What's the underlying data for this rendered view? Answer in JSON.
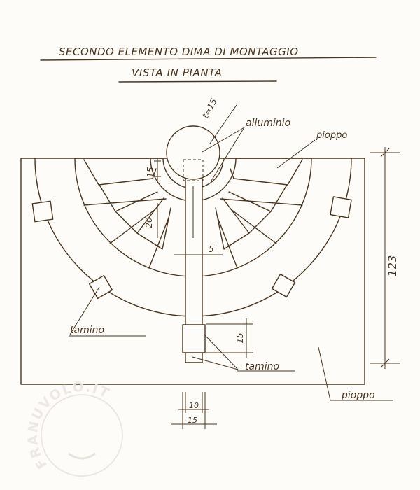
{
  "title": "SECONDO ELEMENTO DIMA DI MONTAGGIO",
  "subtitle": "VISTA IN PIANTA",
  "labels": {
    "thickness": "t=15",
    "alluminio": "alluminio",
    "pioppo_top": "pioppo",
    "pioppo_bottom": "pioppo",
    "tamino_left": "tamino",
    "tamino_bottom": "tamino"
  },
  "dimensions": {
    "d15_top": "15",
    "d20": "20",
    "d5": "5",
    "d123": "123",
    "d15_right": "15",
    "d10_bottom": "10",
    "d15_bottom": "15"
  },
  "watermark": "FRANUVOLO.IT",
  "colors": {
    "ink": "#4a3520",
    "paper": "#fdfcf8"
  }
}
